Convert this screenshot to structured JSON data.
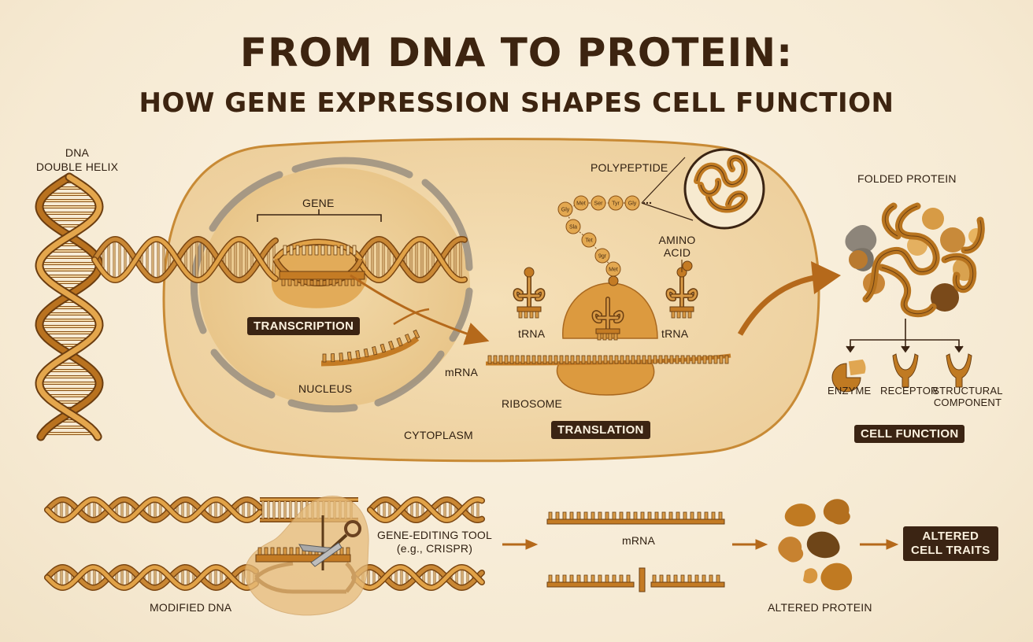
{
  "title": {
    "line1": "FROM DNA TO PROTEIN:",
    "line2": "HOW GENE EXPRESSION SHAPES CELL FUNCTION"
  },
  "labels": {
    "dna_double_helix_1": "DNA",
    "dna_double_helix_2": "DOUBLE HELIX",
    "gene": "GENE",
    "transcription": "TRANSCRIPTION",
    "nucleus": "NUCLEUS",
    "mrna": "mRNA",
    "cytoplasm": "CYTOPLASM",
    "polypeptide": "POLYPEPTIDE",
    "amino_acid_1": "AMINO",
    "amino_acid_2": "ACID",
    "trna_left": "tRNA",
    "trna_right": "tRNA",
    "ribosome": "RIBOSOME",
    "translation": "TRANSLATION",
    "folded_protein": "FOLDED PROTEIN",
    "enzyme": "ENZYME",
    "receptor": "RECEPTOR",
    "structural_1": "STRUCTURAL",
    "structural_2": "COMPONENT",
    "cell_function": "CELL FUNCTION",
    "gene_editing_1": "GENE-EDITING TOOL",
    "gene_editing_2": "(e.g., CRISPR)",
    "modified_dna": "MODIFIED DNA",
    "mrna_bottom": "mRNA",
    "altered_protein": "ALTERED PROTEIN",
    "altered_traits_1": "ALTERED",
    "altered_traits_2": "CELL TRAITS"
  },
  "amino_acids": [
    "Met",
    "Gly",
    "Sla",
    "Tet",
    "9gr",
    "Met",
    "Ser",
    "Tyr",
    "Gly"
  ],
  "colors": {
    "dark_brown": "#3b2413",
    "gold": "#c07a22",
    "light_gold": "#e8b45a",
    "cell_fill": "#f0d6a8",
    "nucleus_fill": "#efd3a1",
    "background": "#f8efde"
  }
}
